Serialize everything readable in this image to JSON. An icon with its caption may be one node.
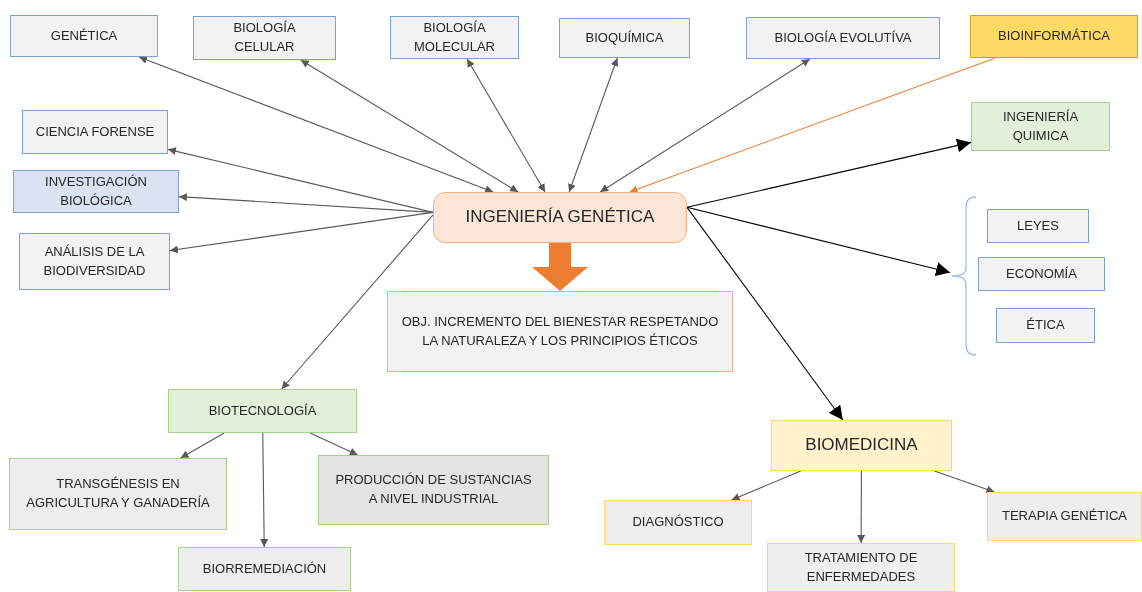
{
  "diagram": {
    "nodes": [
      {
        "text": [
          "GENÉTICA"
        ]
      },
      {
        "text": [
          "BIOLOGÍA CELULAR"
        ]
      },
      {
        "text": [
          "BIOLOGÍA MOLECULAR"
        ]
      },
      {
        "text": [
          "BIOQUÍMICA"
        ]
      },
      {
        "text": [
          "BIOLOGÍA EVOLUTÍVA"
        ]
      },
      {
        "text": [
          "BIOINFORMÁTICA"
        ]
      },
      {
        "text": [
          "CIENCIA FORENSE"
        ]
      },
      {
        "text": [
          "INVESTIGACIÓN BIOLÓGICA"
        ]
      },
      {
        "text": [
          "ANÁLISIS DE LA BIODIVERSIDAD"
        ]
      },
      {
        "text": [
          "INGENIERÍA QUIMICA"
        ]
      },
      {
        "text": [
          "INGENIERÍA GENÉTICA"
        ]
      },
      {
        "text": [
          "OBJ. INCREMENTO DEL BIENESTAR RESPETANDO LA NATURALEZA Y LOS PRINCIPIOS ÉTICOS"
        ]
      },
      {
        "text": [],
        "shape": "bracket"
      },
      {
        "text": [
          "LEYES"
        ]
      },
      {
        "text": [
          "ECONOMÍA"
        ]
      },
      {
        "text": [
          "ÉTICA"
        ]
      },
      {
        "text": [
          "BIOTECNOLOGÍA"
        ]
      },
      {
        "text": [
          "TRANSGÉNESIS EN AGRICULTURA Y GANADERÍA"
        ]
      },
      {
        "text": [
          "PRODUCCIÓN DE SUSTANCIAS A NIVEL INDUSTRIAL"
        ]
      },
      {
        "text": [
          "BIORREMEDIACIÓN"
        ]
      },
      {
        "text": [
          "BIOMEDICINA"
        ]
      },
      {
        "text": [
          "DIAGNÓSTICO"
        ]
      },
      {
        "text": [
          "TERAPIA GENÉTICA"
        ]
      },
      {
        "text": [
          "TRATAMIENTO DE ENFERMEDADES"
        ]
      }
    ],
    "edges": [
      {
        "from": 10,
        "to": 0,
        "arrow": "both"
      },
      {
        "from": 10,
        "to": 1,
        "arrow": "both"
      },
      {
        "from": 10,
        "to": 2,
        "arrow": "both"
      },
      {
        "from": 10,
        "to": 3,
        "arrow": "both"
      },
      {
        "from": 10,
        "to": 4,
        "arrow": "both"
      },
      {
        "from": 5,
        "to": 10,
        "arrow": "to",
        "color": "#ed7d31"
      },
      {
        "from": 10,
        "to": 6,
        "arrow": "to"
      },
      {
        "from": 10,
        "to": 7,
        "arrow": "to"
      },
      {
        "from": 10,
        "to": 8,
        "arrow": "to"
      },
      {
        "from": 10,
        "to": 9,
        "arrow": "to",
        "color": "#000000"
      },
      {
        "from": 10,
        "to": 12,
        "arrow": "to",
        "color": "#000000"
      },
      {
        "from": 10,
        "to": 11,
        "arrow": "to",
        "style": "thick",
        "color": "#ed7d31"
      },
      {
        "from": 10,
        "to": 16,
        "arrow": "to"
      },
      {
        "from": 10,
        "to": 20,
        "arrow": "to",
        "color": "#000000"
      },
      {
        "from": 16,
        "to": 17,
        "arrow": "to"
      },
      {
        "from": 16,
        "to": 19,
        "arrow": "to"
      },
      {
        "from": 16,
        "to": 18,
        "arrow": "to"
      },
      {
        "from": 20,
        "to": 21,
        "arrow": "to"
      },
      {
        "from": 20,
        "to": 23,
        "arrow": "to"
      },
      {
        "from": 20,
        "to": 22,
        "arrow": "to"
      }
    ]
  }
}
